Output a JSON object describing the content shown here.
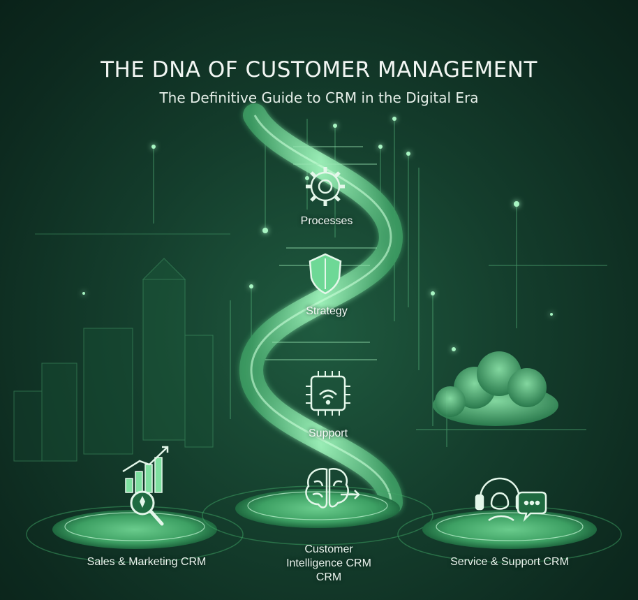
{
  "title": "THE DNA OF CUSTOMER MANAGEMENT",
  "subtitle": "The Definitive Guide to CRM in the Digital Era",
  "helix_items": [
    {
      "label": "Processes",
      "icon": "gear-icon"
    },
    {
      "label": "Strategy",
      "icon": "shield-icon"
    },
    {
      "label": "Support",
      "icon": "chip-wifi-icon"
    }
  ],
  "platforms": [
    {
      "label": "Sales & Marketing CRM",
      "icon": "chart-magnifier-icon"
    },
    {
      "label": "Customer Intelligence CRM CRM",
      "icon": "brain-icon"
    },
    {
      "label": "Service & Support CRM",
      "icon": "headset-chat-icon"
    }
  ],
  "colors": {
    "accent": "#7ee0a0",
    "background": "#123a2a",
    "glow": "#a8f5c3"
  }
}
